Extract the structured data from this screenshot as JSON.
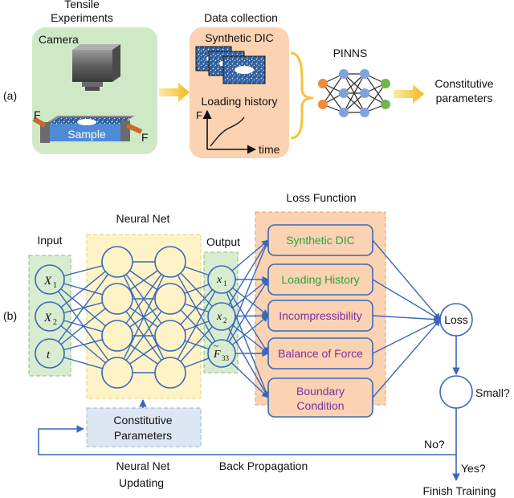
{
  "panel_a": {
    "label": "(a)",
    "tensile_title_line1": "Tensile",
    "tensile_title_line2": "Experiments",
    "camera_label": "Camera",
    "sample_label": "Sample",
    "force_label": "F",
    "data_collection_title": "Data collection",
    "synthetic_dic_label": "Synthetic DIC",
    "loading_history_label": "Loading history",
    "plot_y_label": "F",
    "plot_x_label": "time",
    "pinns_label": "PINNS",
    "output_line1": "Constitutive",
    "output_line2": "parameters"
  },
  "panel_b": {
    "label": "(b)",
    "input_title": "Input",
    "input_nodes": [
      "X",
      "X",
      "t"
    ],
    "input_subscripts": [
      "1",
      "2",
      ""
    ],
    "neural_net_title": "Neural Net",
    "output_title": "Output",
    "output_nodes": [
      "x",
      "x",
      "F"
    ],
    "output_subscripts": [
      "1",
      "2",
      "33"
    ],
    "loss_function_title": "Loss Function",
    "loss_terms": [
      {
        "label": "Synthetic DIC",
        "color": "#23a83a"
      },
      {
        "label": "Loading History",
        "color": "#23a83a"
      },
      {
        "label": "Incompressibility",
        "color": "#7a2fa1"
      },
      {
        "label": "Balance of Force",
        "color": "#7a2fa1"
      },
      {
        "label_line1": "Boundary",
        "label_line2": "Condition",
        "color": "#7a2fa1"
      }
    ],
    "loss_node": "Loss",
    "small_question": "Small?",
    "no_label": "No?",
    "yes_label": "Yes?",
    "constitutive_line1": "Constitutive",
    "constitutive_line2": "Parameters",
    "updating_line1": "Neural Net",
    "updating_line2": "Updating",
    "back_propagation": "Back Propagation",
    "finish_training": "Finish Training"
  },
  "colors": {
    "arrow_blue": "#3a68b8",
    "green_panel": "#cfe9c7",
    "peach_panel": "#fbd2b2",
    "orange_border": "#e8a15a",
    "yellow_panel": "#fdf3c7",
    "blue_panel": "#dde6f3",
    "pinn_orange": "#f08a3c",
    "pinn_blue": "#7fa3dd",
    "pinn_green": "#6cb84a",
    "gold_arrow": "#f6c23e"
  }
}
